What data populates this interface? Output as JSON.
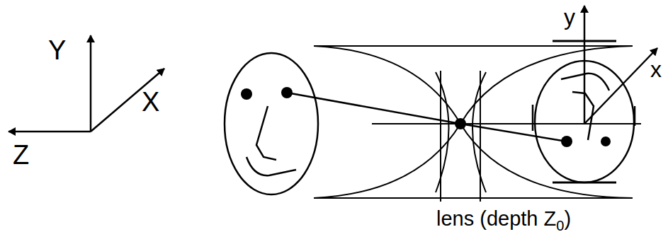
{
  "diagram": {
    "labels": [
      "Y",
      "X",
      "Z",
      "y",
      "x",
      "lens (depth Z",
      "0",
      ")"
    ]
  }
}
